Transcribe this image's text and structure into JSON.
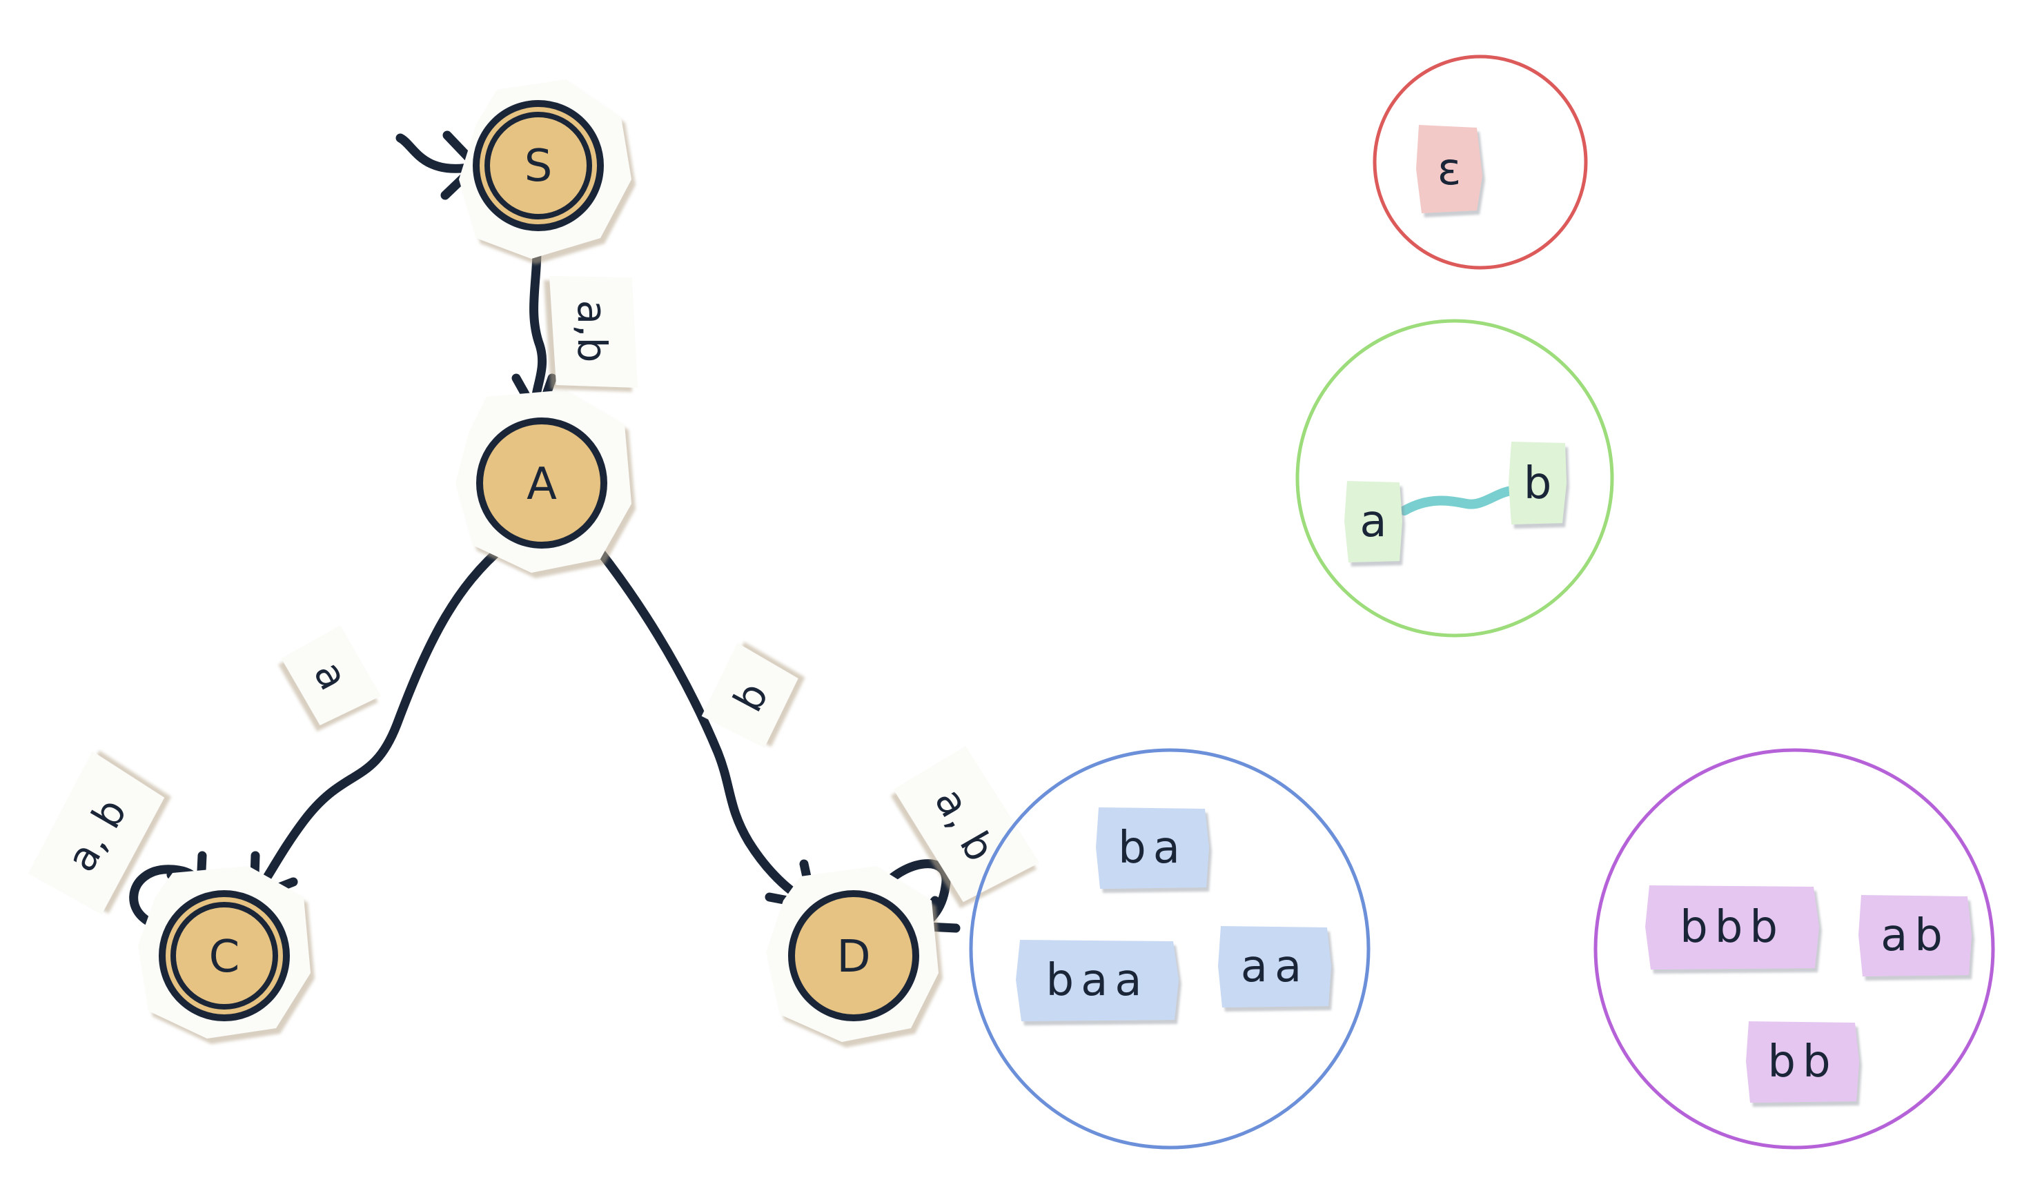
{
  "colors": {
    "background": "#ffffff",
    "edge": "#1a2638",
    "state_fill": "#e6c283",
    "paper": "#fbfbf8",
    "paper_shadow": "#b9a88f",
    "label_ink": "#1a2638",
    "group_red": "#dc5a5a",
    "group_green": "#9ddc7a",
    "group_blue": "#6b8fd8",
    "group_purple": "#b561d8",
    "tile_red_fill": "#f3c9c7",
    "tile_green_fill": "#dff3d6",
    "tile_blue_fill": "#c8d9f4",
    "tile_purple_fill": "#e5c6f1",
    "connector": "#79cfcf"
  },
  "automaton": {
    "states": [
      {
        "id": "S",
        "label": "S",
        "accepting": true,
        "start": true
      },
      {
        "id": "A",
        "label": "A",
        "accepting": false,
        "start": false
      },
      {
        "id": "C",
        "label": "C",
        "accepting": true,
        "start": false
      },
      {
        "id": "D",
        "label": "D",
        "accepting": false,
        "start": false
      }
    ],
    "transitions": [
      {
        "id": "t-s-a",
        "from": "S",
        "to": "A",
        "label": "a,b"
      },
      {
        "id": "t-a-c",
        "from": "A",
        "to": "C",
        "label": "a"
      },
      {
        "id": "t-a-d",
        "from": "A",
        "to": "D",
        "label": "b"
      },
      {
        "id": "t-c-c",
        "from": "C",
        "to": "C",
        "label": "a, b"
      },
      {
        "id": "t-d-d",
        "from": "D",
        "to": "D",
        "label": "a, b"
      }
    ]
  },
  "groups": [
    {
      "id": "red",
      "words": [
        "ε"
      ]
    },
    {
      "id": "green",
      "words": [
        "a",
        "b"
      ],
      "linked": true
    },
    {
      "id": "blue",
      "words": [
        "ba",
        "baa",
        "aa"
      ]
    },
    {
      "id": "purple",
      "words": [
        "bbb",
        "ab",
        "bb"
      ]
    }
  ]
}
